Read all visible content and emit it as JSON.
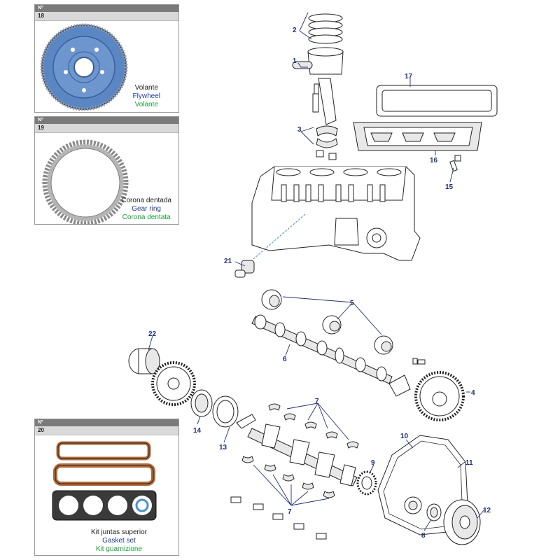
{
  "cards": [
    {
      "header": "Nº",
      "number": "18",
      "name_es": "Volante",
      "name_en": "Flywheel",
      "name_it": "Volante",
      "icon": "flywheel-icon"
    },
    {
      "header": "Nº",
      "number": "19",
      "name_es": "Corona dentada",
      "name_en": "Gear ring",
      "name_it": "Corona dentata",
      "icon": "gear-ring-icon"
    },
    {
      "header": "Nº",
      "number": "20",
      "name_es": "Kit juntas superior",
      "name_en": "Gasket set",
      "name_it": "Kit guarnizione",
      "icon": "gasket-set-icon"
    }
  ],
  "callouts": [
    "1",
    "2",
    "3",
    "4",
    "5",
    "6",
    "7",
    "7",
    "8",
    "9",
    "10",
    "11",
    "12",
    "13",
    "14",
    "15",
    "16",
    "17",
    "21",
    "22"
  ],
  "colors": {
    "callout": "#1f2f78",
    "english": "#233b96",
    "italian": "#18a03a",
    "card_header": "#7a7a7a",
    "card_number_bar": "#d9d9d9"
  }
}
